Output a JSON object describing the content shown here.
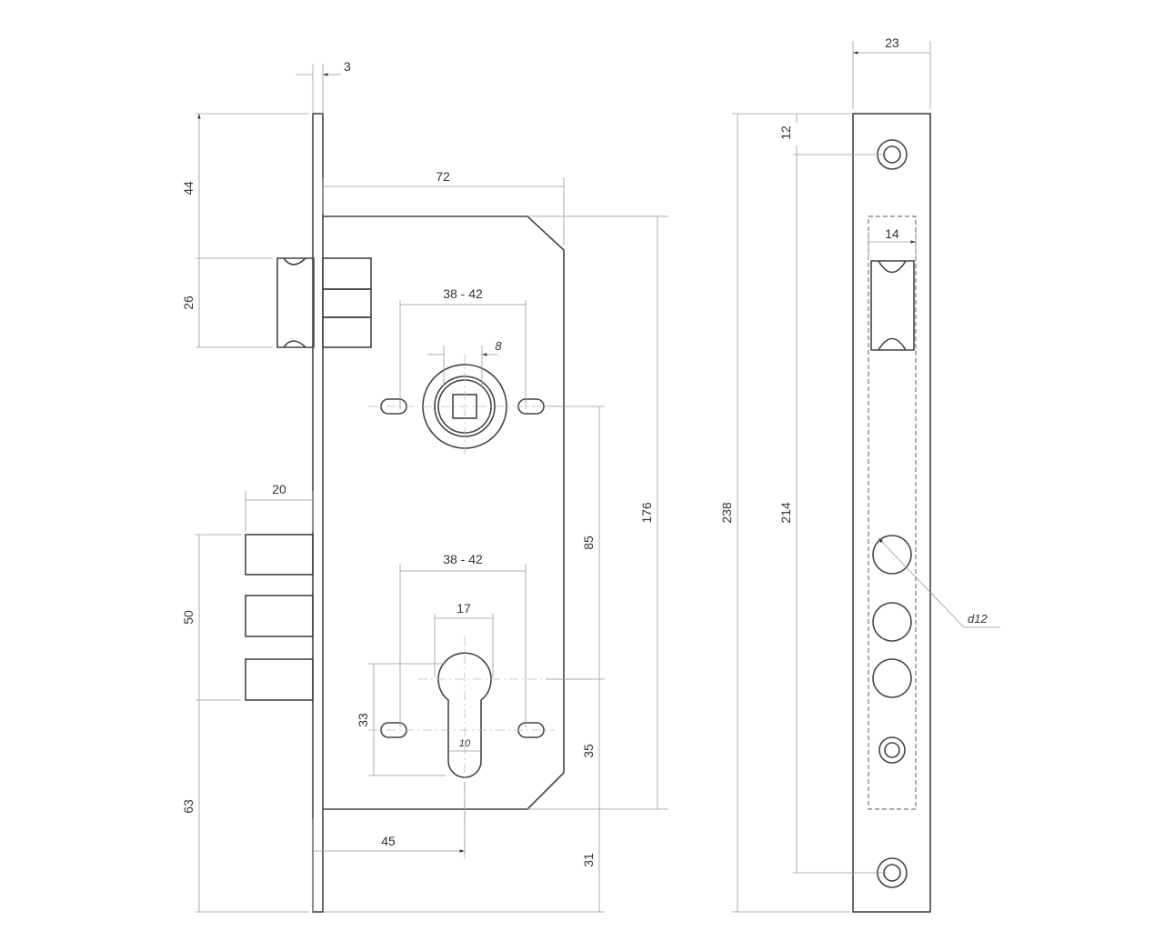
{
  "title": "Mortise lock dimensional drawing",
  "dimensions": {
    "faceplate_thickness": "3",
    "top_to_latch": "44",
    "latch_height": "26",
    "backset_body": "72",
    "handle_holes_spacing": "38 - 42",
    "spindle_square": "8",
    "body_height": "176",
    "handle_to_cylinder": "85",
    "deadbolt_throw": "20",
    "deadbolt_height": "50",
    "cylinder_holes_spacing": "38 - 42",
    "cylinder_width": "17",
    "cylinder_height": "33",
    "cylinder_slot": "10",
    "cylinder_to_bottom": "35",
    "bottom_margin": "63",
    "backset": "45",
    "body_to_plate_end": "31",
    "faceplate_width": "23",
    "screw_offset": "12",
    "latch_window": "14",
    "faceplate_length": "238",
    "screw_spacing": "214",
    "bolt_hole_diameter": "d12"
  }
}
